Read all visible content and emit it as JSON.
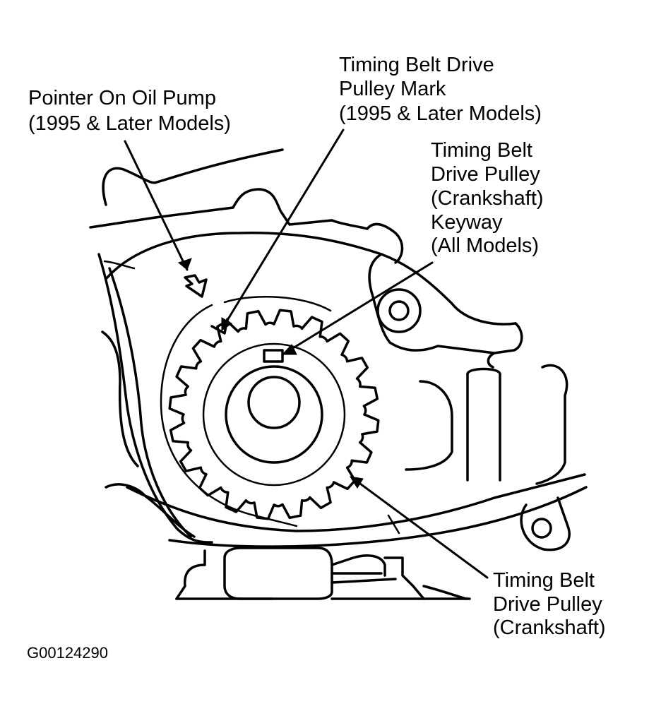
{
  "callouts": {
    "pointer_oil_pump": [
      "Pointer On Oil Pump",
      "(1995 & Later Models)"
    ],
    "pulley_mark": [
      "Timing Belt Drive",
      "Pulley Mark",
      "(1995 & Later Models)"
    ],
    "keyway": [
      "Timing Belt",
      "Drive Pulley",
      "(Crankshaft)",
      "Keyway",
      "(All Models)"
    ],
    "drive_pulley": [
      "Timing Belt",
      "Drive  Pulley",
      "(Crankshaft)"
    ]
  },
  "figure_id": "G00124290"
}
